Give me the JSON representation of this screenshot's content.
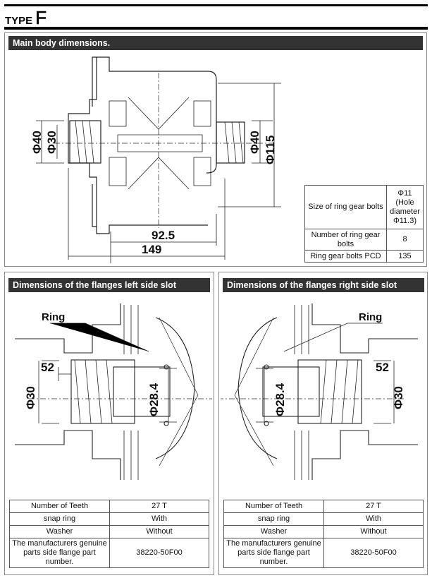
{
  "title": {
    "prefix": "TYPE",
    "letter": "F"
  },
  "main": {
    "header": "Main body dimensions.",
    "dims": {
      "d40_left": "Φ40",
      "d30_left": "Φ30",
      "d40_right": "Φ40",
      "d115": "Φ115",
      "w92": "92.5",
      "w149": "149"
    },
    "specs": [
      {
        "label": "Size of ring gear bolts",
        "value": "Φ11 (Hole diameter Φ11.3)"
      },
      {
        "label": "Number of ring gear bolts",
        "value": "8"
      },
      {
        "label": "Ring gear bolts PCD",
        "value": "135"
      }
    ]
  },
  "left": {
    "header": "Dimensions of the flanges left side slot",
    "ring_label": "Ring",
    "dim52": "52",
    "dim30": "Φ30",
    "dim28": "Φ28.4",
    "rows": [
      {
        "label": "Number of Teeth",
        "value": "27 T"
      },
      {
        "label": "snap ring",
        "value": "With"
      },
      {
        "label": "Washer",
        "value": "Without"
      },
      {
        "label": "The manufacturers genuine parts side flange part number.",
        "value": "38220-50F00"
      }
    ]
  },
  "right": {
    "header": "Dimensions of the flanges right side slot",
    "ring_label": "Ring",
    "dim52": "52",
    "dim30": "Φ30",
    "dim28": "Φ28.4",
    "rows": [
      {
        "label": "Number of Teeth",
        "value": "27 T"
      },
      {
        "label": "snap ring",
        "value": "With"
      },
      {
        "label": "Washer",
        "value": "Without"
      },
      {
        "label": "The manufacturers genuine parts side flange part number.",
        "value": "38220-50F00"
      }
    ]
  }
}
